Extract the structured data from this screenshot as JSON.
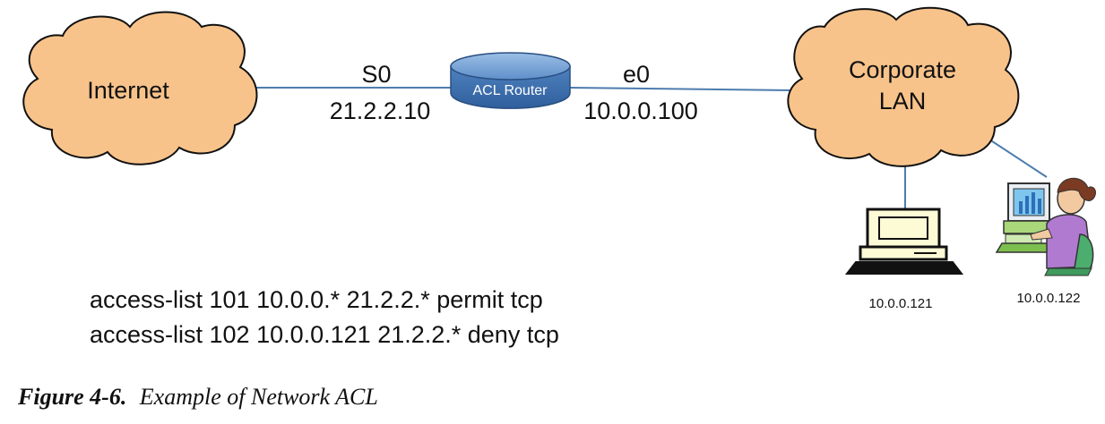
{
  "diagram": {
    "nodes": {
      "internet": {
        "label": "Internet"
      },
      "router": {
        "label": "ACL Router"
      },
      "lan": {
        "label_line1": "Corporate",
        "label_line2": "LAN"
      },
      "pc1": {
        "ip": "10.0.0.121"
      },
      "pc2": {
        "ip": "10.0.0.122"
      }
    },
    "interfaces": {
      "s0": {
        "name": "S0",
        "ip": "21.2.2.10"
      },
      "e0": {
        "name": "e0",
        "ip": "10.0.0.100"
      }
    },
    "acl_rules": [
      "access-list 101 10.0.0.* 21.2.2.* permit tcp",
      "access-list 102 10.0.0.121 21.2.2.* deny tcp"
    ],
    "caption": {
      "number": "Figure 4-6.",
      "text": "Example of Network ACL"
    },
    "colors": {
      "cloud_fill": "#f8c38a",
      "cloud_stroke": "#111111",
      "link": "#4d7cae",
      "router_blue": "#3d6fae",
      "router_top": "#6f9bd0"
    }
  }
}
